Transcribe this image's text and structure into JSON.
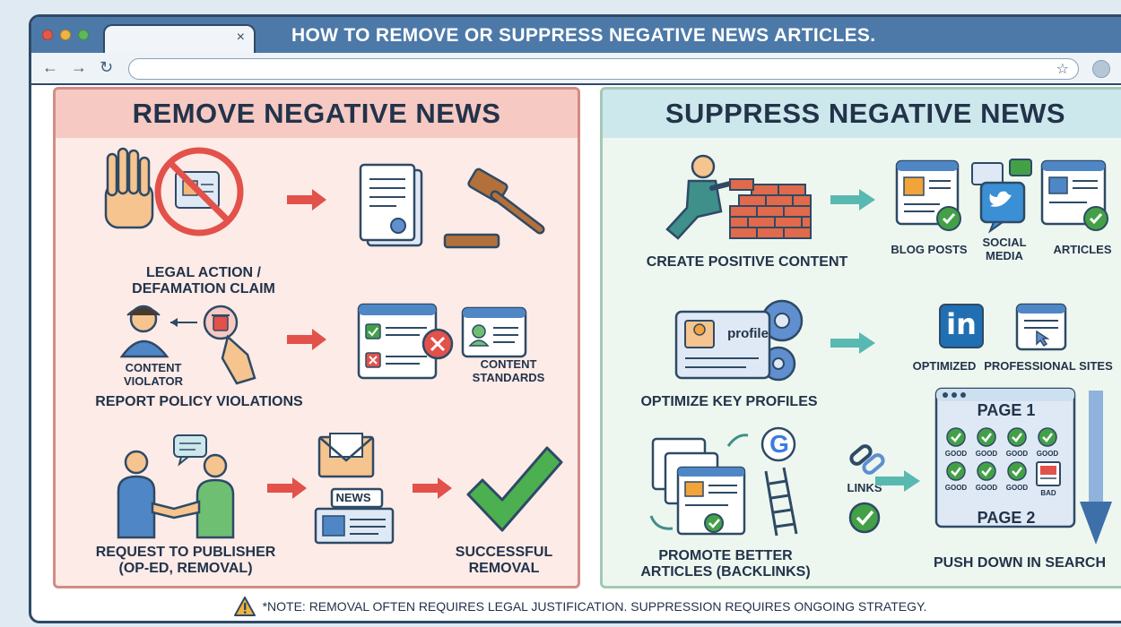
{
  "window": {
    "title": "HOW TO REMOVE OR SUPPRESS NEGATIVE NEWS ARTICLES.",
    "tab_close": "×",
    "nav": {
      "back": "←",
      "forward": "→",
      "reload": "↻",
      "star": "☆"
    }
  },
  "left_panel": {
    "title": "REMOVE NEGATIVE NEWS",
    "legal_action": "LEGAL ACTION / DEFAMATION CLAIM",
    "content_violator": "CONTENT VIOLATOR",
    "content_standards": "CONTENT STANDARDS",
    "report_policy": "REPORT POLICY VIOLATIONS",
    "news_tag": "NEWS",
    "request_publisher": "REQUEST TO PUBLISHER (OP-ED, REMOVAL)",
    "successful_removal": "SUCCESSFUL REMOVAL"
  },
  "right_panel": {
    "title": "SUPPRESS NEGATIVE NEWS",
    "create_content": "CREATE POSITIVE CONTENT",
    "blog_posts": "BLOG POSTS",
    "social_media": "SOCIAL MEDIA",
    "articles": "ARTICLES",
    "profile_tag": "profile",
    "optimize_profiles": "OPTIMIZE KEY PROFILES",
    "linkedin_mark": "in",
    "optimized": "OPTIMIZED",
    "professional_sites": "PROFESSIONAL SITES",
    "google_mark": "G",
    "links": "LINKS",
    "promote_articles": "PROMOTE BETTER ARTICLES (BACKLINKS)",
    "page1": "PAGE 1",
    "page2": "PAGE 2",
    "good": "GOOD",
    "bad": "BAD",
    "push_down": "PUSH DOWN IN SEARCH"
  },
  "footer": {
    "note": "*NOTE: REMOVAL OFTEN REQUIRES LEGAL JUSTIFICATION. SUPPRESSION REQUIRES ONGOING STRATEGY."
  },
  "colors": {
    "frame": "#2e4a66",
    "titlebar": "#4c79a8",
    "remove_bg": "#fcebe7",
    "remove_head": "#f7c9c3",
    "suppress_bg": "#eef7ef",
    "suppress_head": "#cde8ec",
    "red_arrow": "#e2514a",
    "teal_arrow": "#59b9b1",
    "check_green": "#43a047",
    "down_arrow": "#3d6fa8"
  },
  "icons": [
    "hand-stop-icon",
    "gavel-icon",
    "document-icon",
    "trash-icon",
    "pointing-hand-icon",
    "x-mark-icon",
    "handshake-icon",
    "envelope-icon",
    "newspaper-icon",
    "check-mark-icon",
    "brick-wall-icon",
    "twitter-bird-icon",
    "gear-icon",
    "linkedin-icon",
    "google-icon",
    "ladder-icon",
    "chain-link-icon",
    "down-arrow-icon",
    "warning-icon"
  ]
}
